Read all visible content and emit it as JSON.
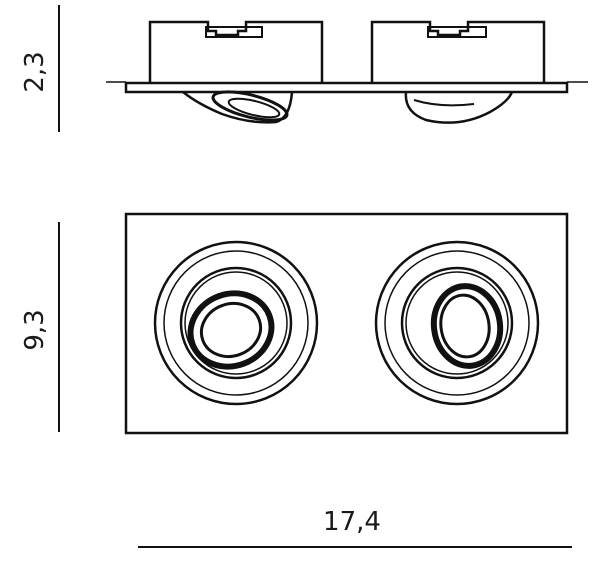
{
  "dimensions": {
    "height_side": "2,3",
    "height_top": "9,3",
    "width": "17,4"
  },
  "colors": {
    "line": "#111111",
    "text": "#1a1a1a",
    "background": "#ffffff"
  }
}
